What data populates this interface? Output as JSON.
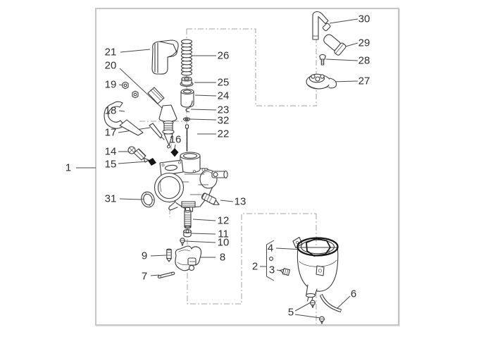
{
  "part_labels": [
    {
      "id": 1,
      "text": "1"
    },
    {
      "id": 2,
      "text": "2"
    },
    {
      "id": 3,
      "text": "3"
    },
    {
      "id": 4,
      "text": "4"
    },
    {
      "id": 5,
      "text": "5"
    },
    {
      "id": 6,
      "text": "6"
    },
    {
      "id": 7,
      "text": "7"
    },
    {
      "id": 8,
      "text": "8"
    },
    {
      "id": 9,
      "text": "9"
    },
    {
      "id": 10,
      "text": "10"
    },
    {
      "id": 11,
      "text": "11"
    },
    {
      "id": 12,
      "text": "12"
    },
    {
      "id": 13,
      "text": "13"
    },
    {
      "id": 14,
      "text": "14"
    },
    {
      "id": 15,
      "text": "15"
    },
    {
      "id": 16,
      "text": "16"
    },
    {
      "id": 17,
      "text": "17"
    },
    {
      "id": 18,
      "text": "18"
    },
    {
      "id": 19,
      "text": "19"
    },
    {
      "id": 20,
      "text": "20"
    },
    {
      "id": 21,
      "text": "21"
    },
    {
      "id": 22,
      "text": "22"
    },
    {
      "id": 23,
      "text": "23"
    },
    {
      "id": 24,
      "text": "24"
    },
    {
      "id": 25,
      "text": "25"
    },
    {
      "id": 26,
      "text": "26"
    },
    {
      "id": 27,
      "text": "27"
    },
    {
      "id": 28,
      "text": "28"
    },
    {
      "id": 29,
      "text": "29"
    },
    {
      "id": 30,
      "text": "30"
    },
    {
      "id": 31,
      "text": "31"
    },
    {
      "id": 32,
      "text": "32"
    }
  ],
  "colors": {
    "background": "#ffffff",
    "border": "#c6c6c6",
    "line": "#3b3b3b",
    "leader": "#4a4a4a",
    "phantom": "#a0a0a0",
    "label": "#2e2e2e"
  }
}
